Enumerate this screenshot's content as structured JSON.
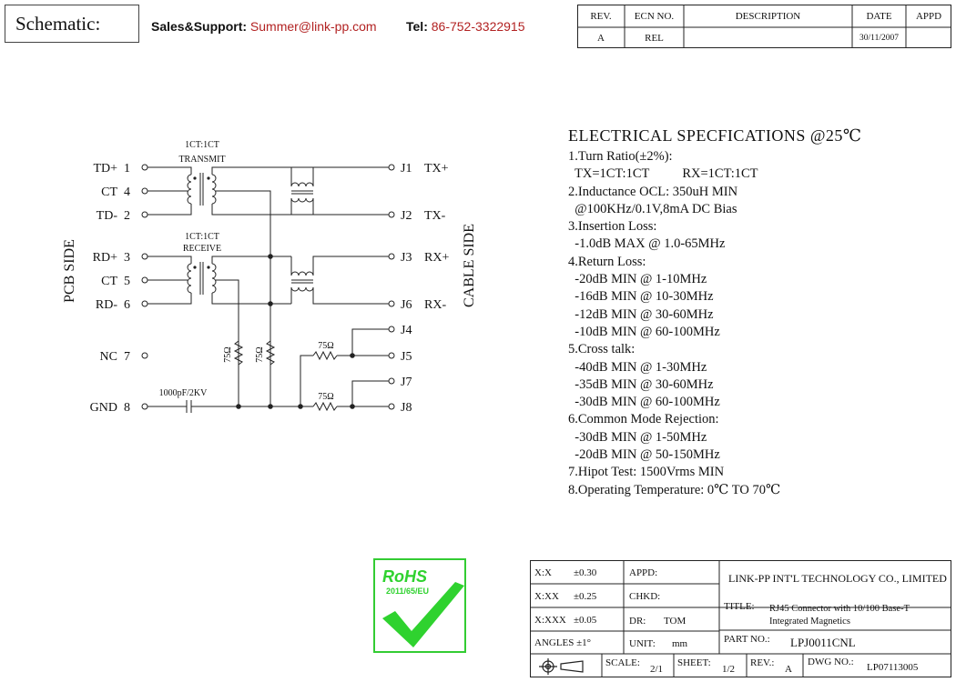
{
  "header": {
    "schematic_label": "Schematic:",
    "sales_label": "Sales&Support:",
    "sales_email": "Summer@link-pp.com",
    "tel_label": "Tel:",
    "tel_number": "86-752-3322915"
  },
  "revision_table": {
    "headers": [
      "REV.",
      "ECN NO.",
      "DESCRIPTION",
      "DATE",
      "APPD"
    ],
    "row": [
      "A",
      "REL",
      "",
      "30/11/2007",
      ""
    ]
  },
  "schematic": {
    "left_pins": [
      {
        "name": "TD+",
        "num": "1"
      },
      {
        "name": "CT",
        "num": "4"
      },
      {
        "name": "TD-",
        "num": "2"
      },
      {
        "name": "RD+",
        "num": "3"
      },
      {
        "name": "CT",
        "num": "5"
      },
      {
        "name": "RD-",
        "num": "6"
      },
      {
        "name": "NC",
        "num": "7"
      },
      {
        "name": "GND",
        "num": "8"
      }
    ],
    "right_pins": [
      {
        "name": "J1",
        "sig": "TX+"
      },
      {
        "name": "J2",
        "sig": "TX-"
      },
      {
        "name": "J3",
        "sig": "RX+"
      },
      {
        "name": "J6",
        "sig": "RX-"
      },
      {
        "name": "J4",
        "sig": ""
      },
      {
        "name": "J5",
        "sig": ""
      },
      {
        "name": "J7",
        "sig": ""
      },
      {
        "name": "J8",
        "sig": ""
      }
    ],
    "transmit_ratio": "1CT:1CT",
    "transmit_label": "TRANSMIT",
    "receive_ratio": "1CT:1CT",
    "receive_label": "RECEIVE",
    "pcb_side_label": "PCB SIDE",
    "cable_side_label": "CABLE SIDE",
    "resistor_label": "75Ω",
    "capacitor_label": "1000pF/2KV"
  },
  "specs": {
    "title": "ELECTRICAL SPECFICATIONS @25℃",
    "lines": [
      "1.Turn Ratio(±2%):",
      "  TX=1CT:1CT          RX=1CT:1CT",
      "2.Inductance OCL: 350uH MIN",
      "  @100KHz/0.1V,8mA DC Bias",
      "3.Insertion Loss:",
      "  -1.0dB MAX @ 1.0-65MHz",
      "4.Return Loss:",
      "  -20dB MIN @ 1-10MHz",
      "  -16dB MIN @ 10-30MHz",
      "  -12dB MIN @ 30-60MHz",
      "  -10dB MIN @ 60-100MHz",
      "5.Cross talk:",
      "  -40dB MIN @ 1-30MHz",
      "  -35dB MIN @ 30-60MHz",
      "  -30dB MIN @ 60-100MHz",
      "6.Common Mode Rejection:",
      "  -30dB MIN @ 1-50MHz",
      "  -20dB MIN @ 50-150MHz",
      "7.Hipot Test: 1500Vrms MIN",
      "8.Operating Temperature: 0℃ TO 70℃"
    ]
  },
  "rohs": {
    "title": "RoHS",
    "directive": "2011/65/EU",
    "check_color": "#2fd22f",
    "border_color": "#33cc33"
  },
  "title_block": {
    "tol_x": "X:X",
    "tol_x_val": "±0.30",
    "tol_xx": "X:XX",
    "tol_xx_val": "±0.25",
    "tol_xxx": "X:XXX",
    "tol_xxx_val": "±0.05",
    "angles": "ANGLES ±1°",
    "appd_label": "APPD:",
    "chkd_label": "CHKD:",
    "dr_label": "DR:",
    "dr_value": "TOM",
    "unit_label": "UNIT:",
    "unit_value": "mm",
    "company": "LINK-PP INT'L TECHNOLOGY CO., LIMITED",
    "title_label": "TITLE:",
    "title_line1": "RJ45 Connector with 10/100 Base-T",
    "title_line2": "Integrated Magnetics",
    "part_label": "PART NO.:",
    "part_value": "LPJ0011CNL",
    "scale_label": "SCALE:",
    "scale_value": "2/1",
    "sheet_label": "SHEET:",
    "sheet_value": "1/2",
    "rev_label": "REV.:",
    "rev_value": "A",
    "dwg_label": "DWG NO.:",
    "dwg_value": "LP07113005"
  }
}
